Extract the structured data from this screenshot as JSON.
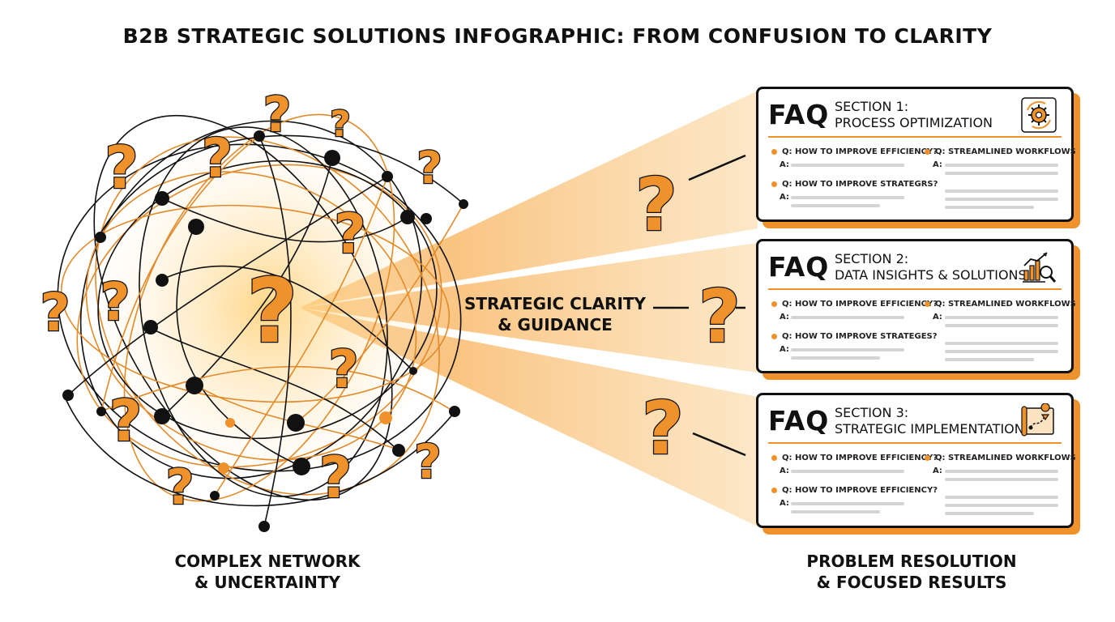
{
  "title": "B2B STRATEGIC SOLUTIONS INFOGRAPHIC: FROM CONFUSION TO CLARITY",
  "left_caption": [
    "COMPLEX NETWORK",
    "& UNCERTAINTY"
  ],
  "center_label": [
    "STRATEGIC CLARITY",
    "& GUIDANCE"
  ],
  "right_caption": [
    "PROBLEM RESOLUTION",
    "& FOCUSED RESULTS"
  ],
  "colors": {
    "accent": "#f0922b",
    "ink": "#111111",
    "placeholder": "#d4d4d4"
  },
  "cards": [
    {
      "faq": "FAQ",
      "section_line1": "SECTION 1:",
      "section_line2": "PROCESS OPTIMIZATION",
      "icon": "gear-cycle-icon",
      "q1": "Q: HOW TO IMPROVE EFFICIENCY?",
      "q2": "Q: HOW TO IMPROVE STRATEGRS?",
      "q3": "Q: STREAMLINED WORKFLOWS",
      "answer_label": "A:"
    },
    {
      "faq": "FAQ",
      "section_line1": "SECTION 2:",
      "section_line2": "DATA INSIGHTS & SOLUTIONS",
      "icon": "chart-magnifier-icon",
      "q1": "Q: HOW TO IMPROVE EFFICIENCY?",
      "q2": "Q: HOW TO IMPROVE STRATEGES?",
      "q3": "Q: STREAMLINED WORKFLOWS",
      "answer_label": "A:"
    },
    {
      "faq": "FAQ",
      "section_line1": "SECTION 3:",
      "section_line2": "STRATEGIC IMPLEMENTATION",
      "icon": "roadmap-icon",
      "q1": "Q: HOW TO IMPROVE EFFICIENCY?",
      "q2": "Q: HOW TO IMPROVE EFFICIENCY?",
      "q3": "Q: STREAMLINED WORKFLOWS",
      "answer_label": "A:"
    }
  ]
}
